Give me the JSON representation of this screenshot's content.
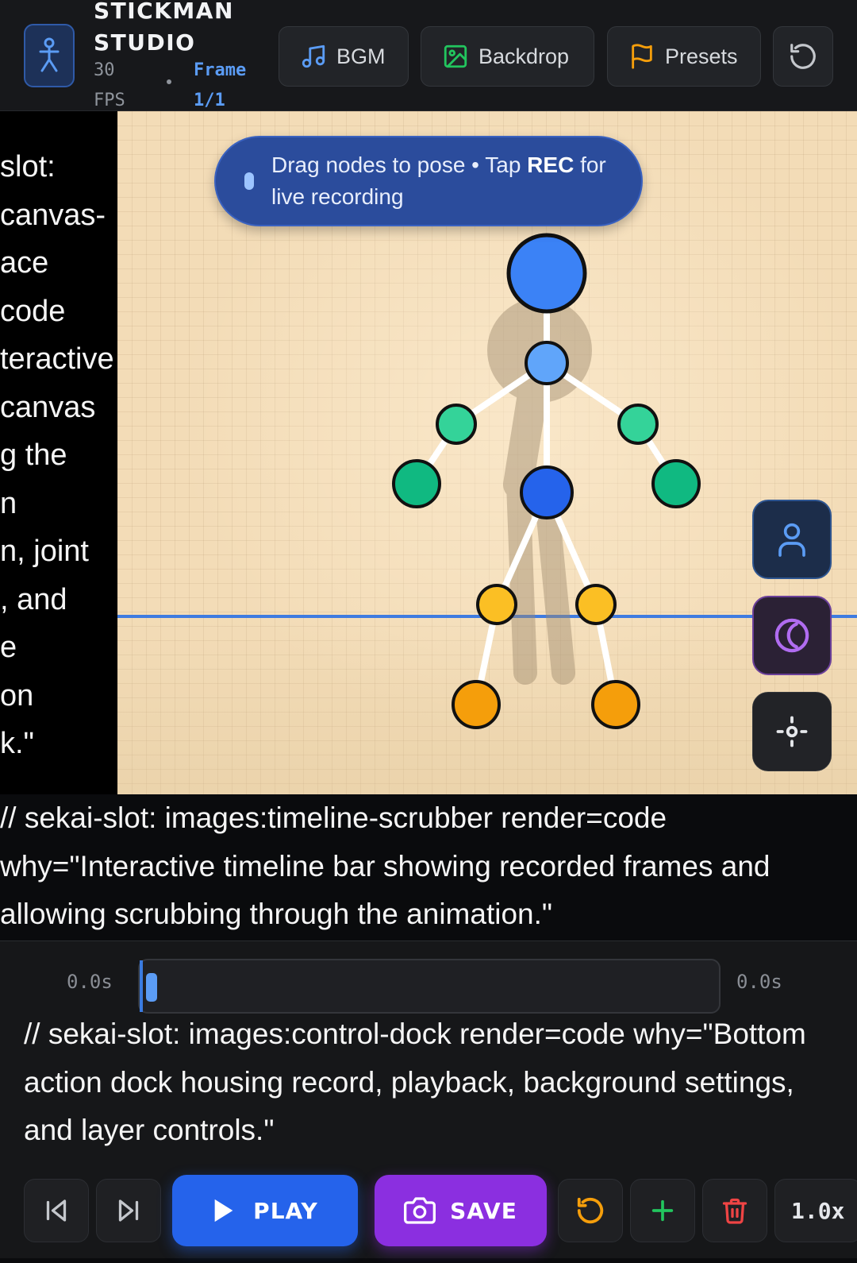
{
  "header": {
    "title_line1": "STICKMAN",
    "title_line2": "STUDIO",
    "fps": "30 FPS",
    "frame": "Frame 1/1",
    "buttons": {
      "bgm": "BGM",
      "backdrop": "Backdrop",
      "presets": "Presets"
    }
  },
  "leaked_slot_text": [
    "slot:",
    "canvas-",
    "ace",
    "code",
    "teractive",
    "canvas",
    "g the",
    "n",
    "n, joint",
    ", and",
    "e",
    "on",
    "k.\""
  ],
  "canvas": {
    "hint_prefix": "Drag nodes to pose • Tap ",
    "hint_bold": "REC",
    "hint_suffix": " for live recording"
  },
  "timeline_slot_text": "// sekai-slot: images:timeline-scrubber render=code why=\"Interactive timeline bar showing recorded frames and allowing scrubbing through the animation.\"",
  "timeline": {
    "start_time": "0.0s",
    "end_time": "0.0s",
    "position": 0
  },
  "dock_slot_text": "// sekai-slot: images:control-dock render=code why=\"Bottom action dock housing record, playback, background settings, and layer controls.\"",
  "dock": {
    "play": "PLAY",
    "save": "SAVE",
    "speed": "1.0x"
  },
  "colors": {
    "accent": "#2563eb",
    "save": "#8b2fe0",
    "head": "#3b82f6",
    "arms": "#10b981",
    "knees": "#fbbf24",
    "feet": "#f59e0b",
    "canvas_bg": "#f3dcb7"
  },
  "icons": {
    "app": "stickman-icon",
    "bgm": "music-note-icon",
    "backdrop": "image-icon",
    "presets": "flag-icon",
    "reset": "reset-icon",
    "character": "user-icon",
    "onion": "moon-icon",
    "center": "crosshair-icon",
    "prev": "skip-back-icon",
    "next": "skip-forward-icon",
    "play": "play-icon",
    "save": "camera-icon",
    "undo": "undo-icon",
    "add": "plus-icon",
    "delete": "trash-icon"
  }
}
